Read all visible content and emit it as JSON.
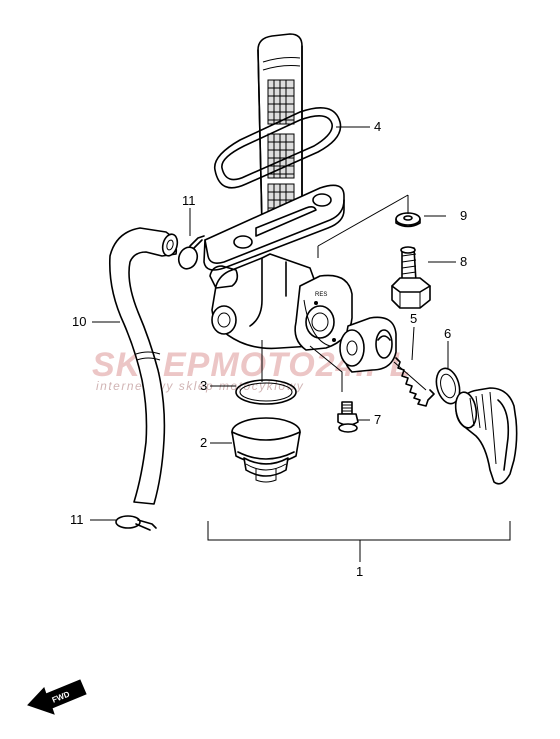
{
  "callouts": {
    "p1": "1",
    "p2": "2",
    "p3": "3",
    "p4": "4",
    "p5": "5",
    "p6": "6",
    "p7": "7",
    "p8": "8",
    "p9": "9",
    "p10": "10",
    "p11_top": "11",
    "p11_bottom": "11"
  },
  "watermark": {
    "brand": "SKLEPMOTO24.PL",
    "tagline": "internetowy sklep motocyklowy"
  },
  "fwd": {
    "label": "FWD"
  }
}
